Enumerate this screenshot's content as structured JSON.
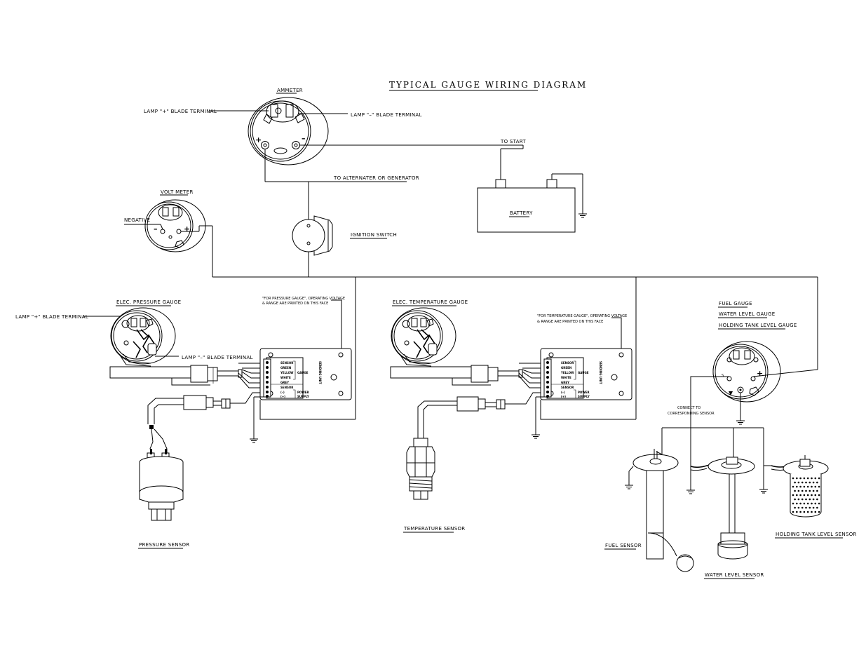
{
  "title": "TYPICAL GAUGE WIRING DIAGRAM",
  "ammeter": {
    "label": "AMMETER",
    "lamp_plus": "LAMP \"+\" BLADE TERMINAL",
    "lamp_minus": "LAMP \"–\" BLADE TERMINAL",
    "plus_sign": "+",
    "minus_sign": "–"
  },
  "to_start": "TO START",
  "to_alternator": "TO ALTERNATER OR GENERATOR",
  "battery": "BATTERY",
  "ignition_switch": "IGNITION SWITCH",
  "volt_meter": {
    "label": "VOLT METER",
    "negative": "NEGATIVE",
    "minus_sign": "–",
    "plus_sign": "+"
  },
  "pressure": {
    "gauge_label": "ELEC. PRESSURE GAUGE",
    "lamp_plus": "LAMP \"+\" BLADE TERMINAL",
    "lamp_minus": "LAMP \"–\" BLADE TERMINAL",
    "note_line1": "\"FOR PRESSURE GAUGE\", OPERATING VOLTAGE",
    "note_line2": "& RANGE ARE PRINTED ON THIS FACE",
    "sensor_label": "PRESSURE SENSOR"
  },
  "temperature": {
    "gauge_label": "ELEC. TEMPERATURE GAUGE",
    "note_line1": "\"FOR TEMPERATURE GAUGE\", OPERATING VOLTAGE",
    "note_line2": "& RANGE ARE PRINTED ON THIS FACE",
    "sensor_label": "TEMPERATURE SENSOR"
  },
  "sender_box": {
    "wires": [
      "SENSOR",
      "GREEN",
      "YELLOW",
      "WHITE",
      "GREY",
      "SENSOR",
      "(–)",
      "(+)"
    ],
    "gauge_word": "GAUGE",
    "power": "POWER",
    "supply": "SUPPLY",
    "side_text": "SENDING UNIT"
  },
  "level": {
    "fuel_gauge": "FUEL GAUGE",
    "water_gauge": "WATER LEVEL GAUGE",
    "holding_gauge": "HOLDING TANK LEVEL GAUGE",
    "s_terminal": "S",
    "connect_line1": "CONNECT TO",
    "connect_line2": "CORRESPONDING SENSOR",
    "fuel_sensor": "FUEL SENSOR",
    "water_sensor": "WATER LEVEL SENSOR",
    "holding_sensor": "HOLDING TANK LEVEL SENSOR"
  }
}
